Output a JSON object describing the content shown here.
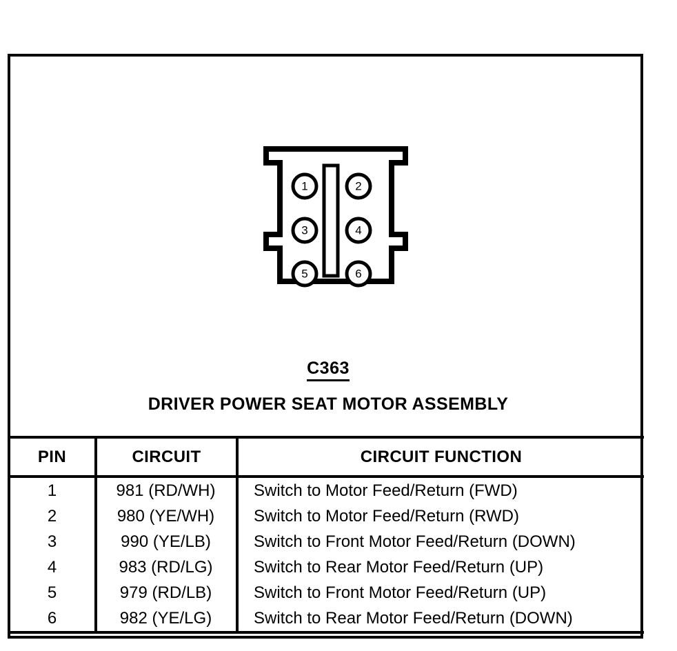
{
  "connector": {
    "id_label": "C363",
    "title": "DRIVER POWER SEAT MOTOR ASSEMBLY",
    "pin_labels": [
      "1",
      "2",
      "3",
      "4",
      "5",
      "6"
    ],
    "outline_color": "#000000",
    "fill_color": "#ffffff"
  },
  "table": {
    "headers": {
      "pin": "PIN",
      "circuit": "CIRCUIT",
      "function": "CIRCUIT FUNCTION"
    },
    "rows": [
      {
        "pin": "1",
        "circuit": "981 (RD/WH)",
        "function": "Switch to Motor Feed/Return (FWD)"
      },
      {
        "pin": "2",
        "circuit": "980 (YE/WH)",
        "function": "Switch to Motor Feed/Return (RWD)"
      },
      {
        "pin": "3",
        "circuit": "990 (YE/LB)",
        "function": "Switch to Front Motor Feed/Return (DOWN)"
      },
      {
        "pin": "4",
        "circuit": "983 (RD/LG)",
        "function": "Switch to Rear Motor Feed/Return (UP)"
      },
      {
        "pin": "5",
        "circuit": "979 (RD/LB)",
        "function": "Switch to Front Motor Feed/Return (UP)"
      },
      {
        "pin": "6",
        "circuit": "982 (YE/LG)",
        "function": "Switch to Rear Motor Feed/Return (DOWN)"
      }
    ]
  }
}
